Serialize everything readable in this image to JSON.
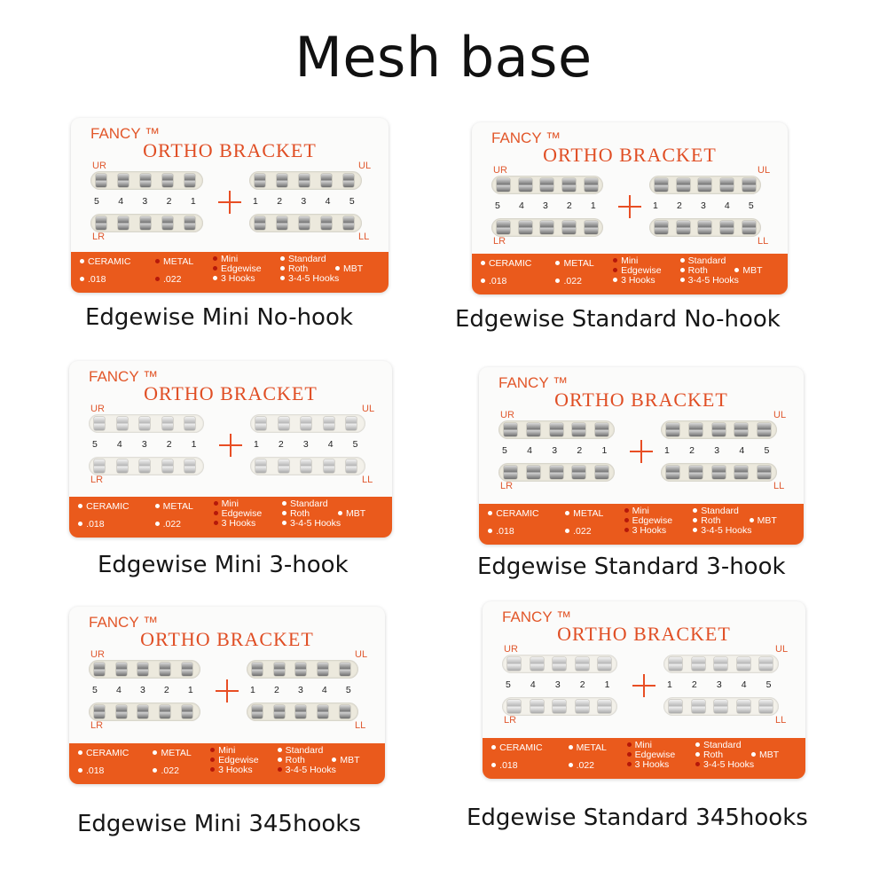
{
  "title": "Mesh base",
  "card_text": {
    "brand": "FANCY ™",
    "heading": "ORTHO BRACKET",
    "ur": "UR",
    "ul": "UL",
    "lr": "LR",
    "ll": "LL",
    "nums_left": [
      "5",
      "4",
      "3",
      "2",
      "1"
    ],
    "nums_right": [
      "1",
      "2",
      "3",
      "4",
      "5"
    ],
    "options": {
      "ceramic": "CERAMIC",
      "metal": "METAL",
      "mini": "Mini",
      "edgewise": "Edgewise",
      "three_hooks": "3 Hooks",
      "standard": "Standard",
      "roth": "Roth",
      "mbt": "MBT",
      "hooks345": "3-4-5  Hooks",
      "size018": ".018",
      "size022": ".022"
    }
  },
  "captions": [
    "Edgewise Mini No-hook",
    "Edgewise Standard No-hook",
    "Edgewise Mini 3-hook",
    "Edgewise Standard 3-hook",
    "Edgewise Mini 345hooks",
    "Edgewise Standard 345hooks"
  ],
  "colors": {
    "brand_orange": "#ea5a1c",
    "heading_red": "#e04e24",
    "card_bg": "#fbfbfa"
  }
}
